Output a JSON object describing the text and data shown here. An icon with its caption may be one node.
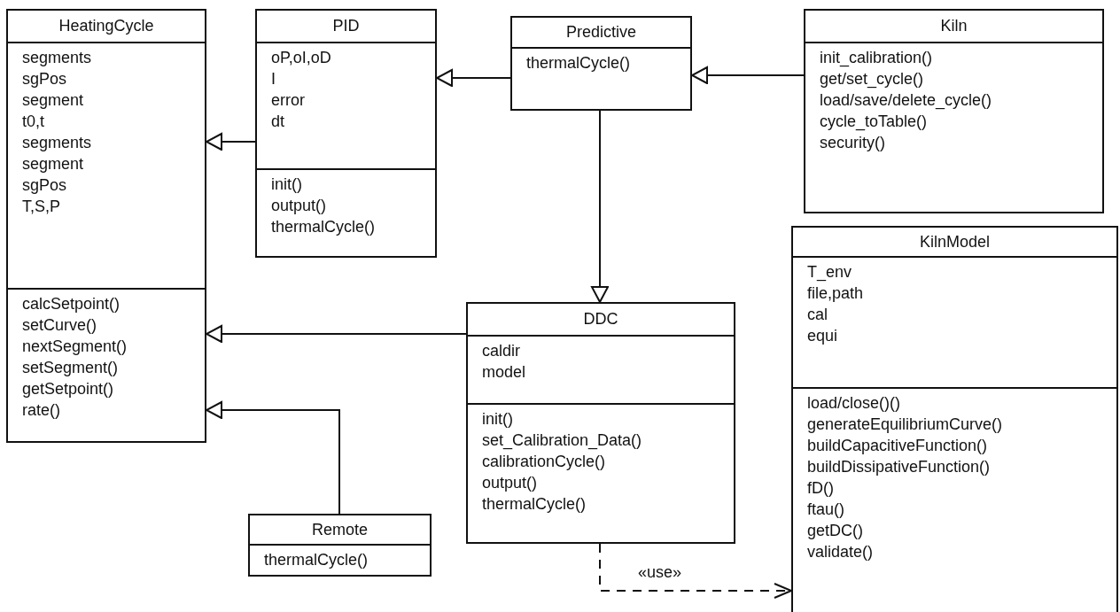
{
  "diagram": {
    "nodes": [
      {
        "text": [
          "HeatingCycle",
          "segments",
          "sgPos",
          "segment",
          "t0,t",
          "segments",
          "segment",
          "sgPos",
          "T,S,P",
          "calcSetpoint()",
          "setCurve()",
          "nextSegment()",
          "setSegment()",
          "getSetpoint()",
          "rate()"
        ]
      },
      {
        "text": [
          "PID",
          "oP,oI,oD",
          "I",
          "error",
          "dt",
          "init()",
          "output()",
          "thermalCycle()"
        ]
      },
      {
        "text": [
          "Predictive",
          "thermalCycle()"
        ]
      },
      {
        "text": [
          "Kiln",
          "init_calibration()",
          "get/set_cycle()",
          "load/save/delete_cycle()",
          "cycle_toTable()",
          "security()"
        ]
      },
      {
        "text": [
          "KilnModel",
          "T_env",
          "file,path",
          "cal",
          "equi",
          "load/close()()",
          "generateEquilibriumCurve()",
          "buildCapacitiveFunction()",
          "buildDissipativeFunction()",
          "fD()",
          "ftau()",
          "getDC()",
          "validate()"
        ]
      },
      {
        "text": [
          "DDC",
          "caldir",
          "model",
          "init()",
          "set_Calibration_Data()",
          "calibrationCycle()",
          "output()",
          "thermalCycle()"
        ]
      },
      {
        "text": [
          "Remote",
          "thermalCycle()"
        ]
      }
    ],
    "edges": [
      {
        "from": 1,
        "to": 0,
        "arrow": "to"
      },
      {
        "from": 2,
        "to": 1,
        "arrow": "to"
      },
      {
        "from": 3,
        "to": 2,
        "arrow": "to"
      },
      {
        "from": 2,
        "to": 5,
        "arrow": "to"
      },
      {
        "from": 5,
        "to": 0,
        "arrow": "to"
      },
      {
        "from": 6,
        "to": 0,
        "arrow": "to"
      },
      {
        "from": 5,
        "to": 4,
        "arrow": "to",
        "label": "«use»",
        "style": "dashed"
      }
    ]
  }
}
